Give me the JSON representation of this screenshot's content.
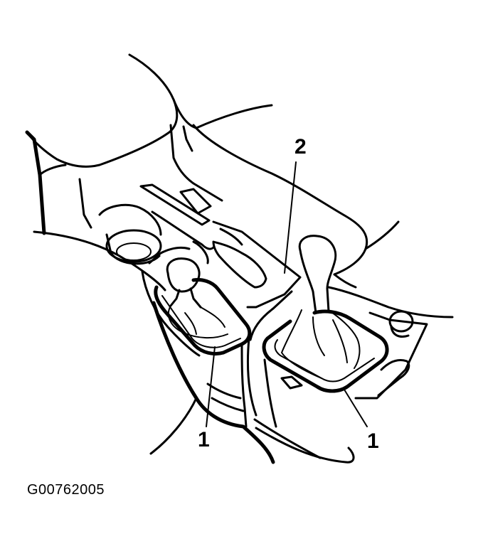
{
  "figure": {
    "id": "G00762005",
    "callouts": [
      {
        "key": "left_boot",
        "label": "1"
      },
      {
        "key": "right_boot",
        "label": "1"
      },
      {
        "key": "console_plate",
        "label": "2"
      }
    ]
  }
}
